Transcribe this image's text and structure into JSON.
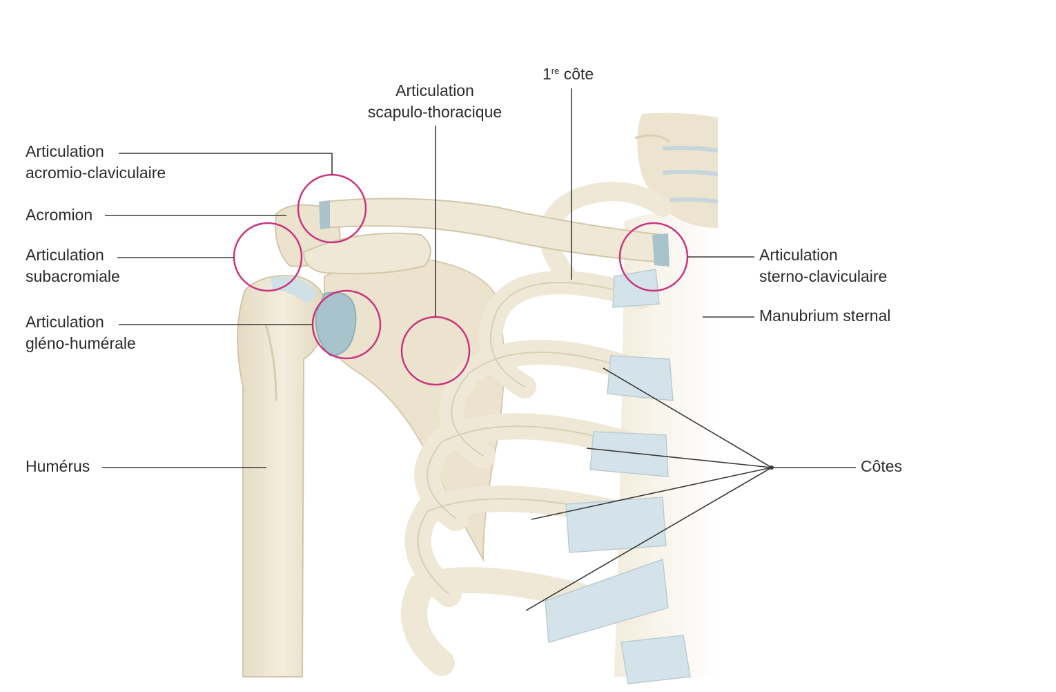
{
  "figure": {
    "labels": {
      "acromio_clav": [
        "Articulation",
        "acromio-claviculaire"
      ],
      "acromion": "Acromion",
      "subacromiale": [
        "Articulation",
        "subacromiale"
      ],
      "gleno": [
        "Articulation",
        "gléno-humérale"
      ],
      "humerus": "Humérus",
      "scapulo": [
        "Articulation",
        "scapulo-thoracique"
      ],
      "premiere_cote_num": "1",
      "premiere_cote_sup": "re",
      "premiere_cote_word": " côte",
      "sterno_clav": [
        "Articulation",
        "sterno-claviculaire"
      ],
      "manubrium": "Manubrium sternal",
      "cotes": "Côtes"
    },
    "colors": {
      "bone": "#efe8d6",
      "bone_shadow": "#d9cfb6",
      "bone_outline": "#c9bd9f",
      "cartilage": "#cfe0e6",
      "joint_surface": "#a9c3cc",
      "joint_circle": "#c8357f",
      "leader_line": "#3a3a3a",
      "text": "#2b2b2b"
    }
  }
}
